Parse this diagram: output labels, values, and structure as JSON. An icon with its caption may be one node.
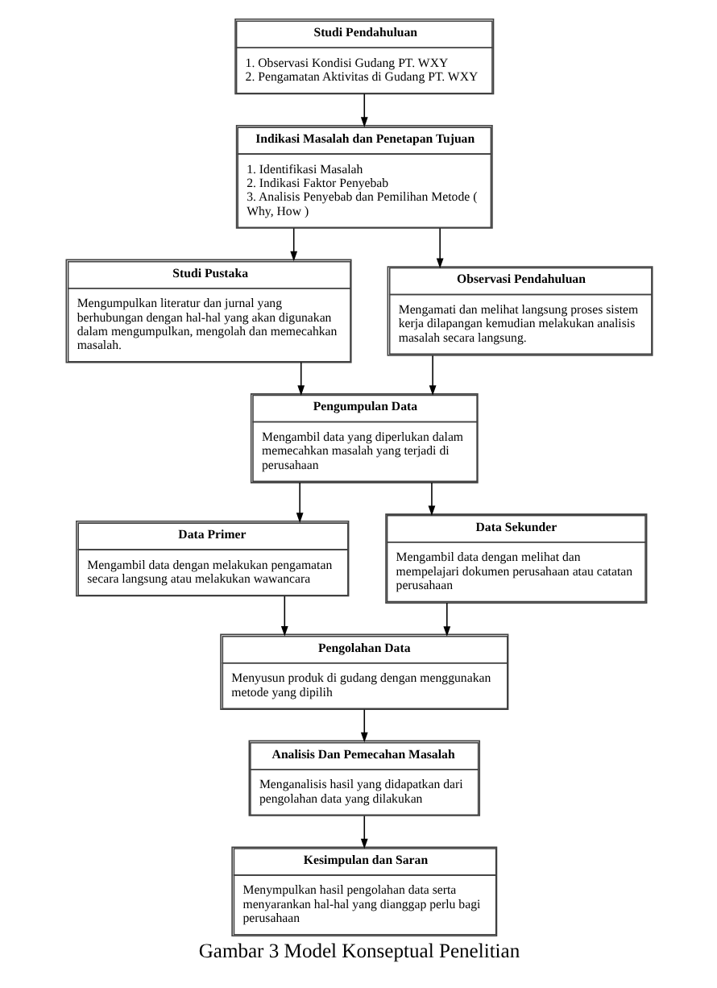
{
  "diagram": {
    "caption": "Gambar 3 Model Konseptual Penelitian",
    "nodes": [
      {
        "text": [
          "Studi Pendahuluan",
          "1. Observasi Kondisi Gudang PT. WXY",
          "2. Pengamatan Aktivitas di Gudang PT. WXY"
        ]
      },
      {
        "text": [
          "Indikasi Masalah dan Penetapan Tujuan",
          "1. Identifikasi Masalah",
          "2. Indikasi Faktor Penyebab",
          "3. Analisis Penyebab dan Pemilihan Metode ( Why, How )"
        ]
      },
      {
        "text": [
          "Studi Pustaka",
          "Mengumpulkan literatur dan jurnal yang berhubungan dengan hal-hal yang akan digunakan dalam mengumpulkan, mengolah dan memecahkan masalah."
        ]
      },
      {
        "text": [
          "Observasi Pendahuluan",
          "Mengamati dan melihat langsung proses sistem kerja dilapangan kemudian melakukan analisis masalah secara langsung."
        ]
      },
      {
        "text": [
          "Pengumpulan Data",
          "Mengambil data yang diperlukan dalam memecahkan masalah yang terjadi di perusahaan"
        ]
      },
      {
        "text": [
          "Data Primer",
          "Mengambil data dengan melakukan pengamatan secara langsung atau melakukan wawancara"
        ]
      },
      {
        "text": [
          "Data Sekunder",
          "Mengambil data dengan melihat dan mempelajari dokumen perusahaan atau catatan perusahaan"
        ]
      },
      {
        "text": [
          "Pengolahan Data",
          "Menyusun produk di gudang dengan menggunakan metode yang dipilih"
        ]
      },
      {
        "text": [
          "Analisis Dan Pemecahan Masalah",
          "Menganalisis hasil yang didapatkan dari pengolahan data yang dilakukan"
        ]
      },
      {
        "text": [
          "Kesimpulan dan Saran",
          "Menympulkan hasil pengolahan data serta menyarankan hal-hal yang dianggap perlu bagi perusahaan"
        ]
      }
    ],
    "edges": [
      {
        "from": 0,
        "to": 1,
        "arrow": "to"
      },
      {
        "from": 1,
        "to": 2,
        "arrow": "to"
      },
      {
        "from": 1,
        "to": 3,
        "arrow": "to"
      },
      {
        "from": 2,
        "to": 4,
        "arrow": "to"
      },
      {
        "from": 3,
        "to": 4,
        "arrow": "to"
      },
      {
        "from": 4,
        "to": 5,
        "arrow": "to"
      },
      {
        "from": 4,
        "to": 6,
        "arrow": "to"
      },
      {
        "from": 5,
        "to": 7,
        "arrow": "to"
      },
      {
        "from": 6,
        "to": 7,
        "arrow": "to"
      },
      {
        "from": 7,
        "to": 8,
        "arrow": "to"
      },
      {
        "from": 8,
        "to": 9,
        "arrow": "to"
      }
    ]
  }
}
